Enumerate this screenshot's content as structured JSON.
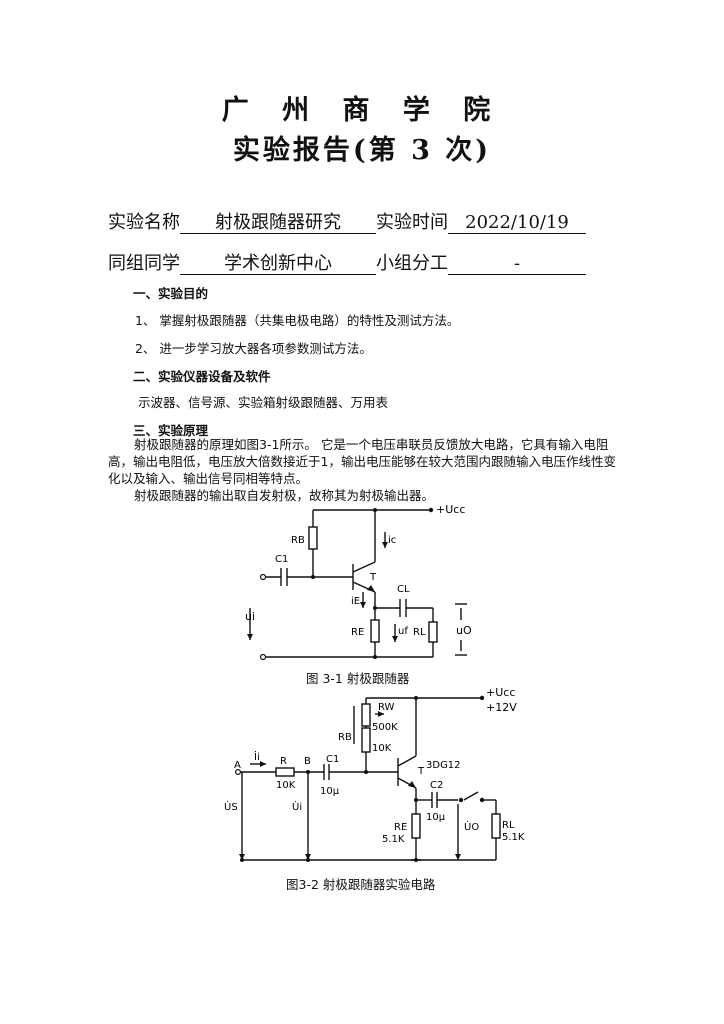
{
  "header": {
    "school": "广 州 商 学 院",
    "report": "实验报告(第 3 次)"
  },
  "info": {
    "name_label": "实验名称",
    "name_value": "射极跟随器研究",
    "time_label": "实验时间",
    "time_value": "2022/10/19",
    "group_label": "同组同学",
    "group_value": "学术创新中心",
    "role_label": "小组分工",
    "role_value": "-"
  },
  "sections": {
    "s1": "一、实验目的",
    "s1_items": [
      "1、 掌握射极跟随器（共集电极电路）的特性及测试方法。",
      "2、 进一步学习放大器各项参数测试方法。"
    ],
    "s2": "二、实验仪器设备及软件",
    "s2_text": "示波器、信号源、实验箱射级跟随器、万用表",
    "s3": "三、实验原理",
    "s3_p1": "射极跟随器的原理如图3-1所示。 它是一个电压串联员反馈放大电路，它具有输入电阻高，输出电阻低，电压放大倍数接近于1，输出电压能够在较大范围内跟随输入电压作线性变化以及输入、输出信号同相等特点。",
    "s3_p2": "射极跟随器的输出取自发射极，故称其为射极输出器。"
  },
  "fig1": {
    "caption": "图 3-1   射极跟随器",
    "labels": {
      "vcc": "+Ucc",
      "rb": "RB",
      "ic": "ic",
      "c1": "C1",
      "t": "T",
      "cl": "CL",
      "ie": "iE",
      "re": "RE",
      "uf": "uf",
      "rl": "RL",
      "uo": "uO",
      "ui": "ui"
    }
  },
  "fig2": {
    "caption": "图3-2   射极跟随器实验电路",
    "labels": {
      "vcc": "+Ucc",
      "v12": "+12V",
      "rw": "RW",
      "rw_val": "500K",
      "rb": "RB",
      "r10k": "10K",
      "a": "A",
      "ii": "İi",
      "r": "R",
      "b": "B",
      "c1": "C1",
      "t": "T",
      "model": "3DG12",
      "c2": "C2",
      "rk": "10K",
      "c1v": "10μ",
      "c2v": "10μ",
      "us": "U̇S",
      "ui": "U̇i",
      "re": "RE",
      "re_val": "5.1K",
      "uo": "U̇O",
      "rl": "RL",
      "rl_val": "5.1K"
    }
  }
}
